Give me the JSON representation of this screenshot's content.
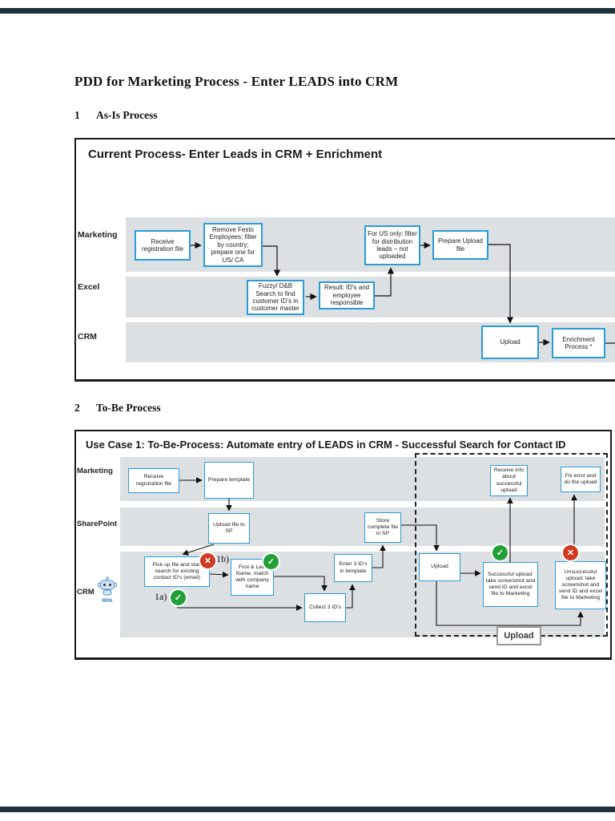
{
  "doc": {
    "title": "PDD for Marketing Process - Enter LEADS into CRM",
    "sections": [
      {
        "num": "1",
        "heading": "As-Is Process"
      },
      {
        "num": "2",
        "heading": "To-Be Process"
      }
    ]
  },
  "asis": {
    "title": "Current Process- Enter Leads in CRM + Enrichment",
    "lanes": [
      {
        "label": "Marketing"
      },
      {
        "label": "Excel"
      },
      {
        "label": "CRM"
      }
    ],
    "boxes": [
      {
        "text": "Receive registration file"
      },
      {
        "text": "Remove Festo Employees; filter by country; prepare one for US/ CA"
      },
      {
        "text": "For US only: filter for distribution leads – not uploaded"
      },
      {
        "text": "Prepare Upload file"
      },
      {
        "text": "Fuzzy/ D&B Search to find customer ID's in customer master"
      },
      {
        "text": "Result: ID's and employee responsible"
      },
      {
        "text": "Upload"
      },
      {
        "text": "Enrichment Process *"
      }
    ]
  },
  "tobe": {
    "title": "Use Case 1: To-Be-Process: Automate entry of LEADS in CRM - Successful Search for Contact ID",
    "lanes": [
      {
        "label": "Marketing"
      },
      {
        "label": "SharePoint"
      },
      {
        "label": "CRM"
      }
    ],
    "rpa_label": "RPA",
    "step_1a": "1a)",
    "step_1b": "1b)",
    "upload_tag": "Upload",
    "boxes": [
      {
        "text": "Receive registration file"
      },
      {
        "text": "Prepare template"
      },
      {
        "text": "Receive info about successful upload"
      },
      {
        "text": "Fix error and do the upload"
      },
      {
        "text": "Upload file to SP"
      },
      {
        "text": "Store complete file in SP"
      },
      {
        "text": "Pick up file and start search for existing contact ID's (email)"
      },
      {
        "text": "First & Last Name, match with company name"
      },
      {
        "text": "Collect 3 ID's"
      },
      {
        "text": "Enter 3 ID's in template"
      },
      {
        "text": "Upload"
      },
      {
        "text": "Successful upload: take screenshot and send ID and excel file to Marketing"
      },
      {
        "text": "Unsuccessful upload: take screenshot and send ID and excel file to Marketing"
      }
    ]
  },
  "icons": {
    "check": "✓",
    "cross": "✕"
  },
  "colors": {
    "accent_blue": "#2b9bd7",
    "lane_gray": "#dde0e3",
    "success_green": "#21a038",
    "error_red": "#cf3a21",
    "page_gap": "#1d323c"
  }
}
